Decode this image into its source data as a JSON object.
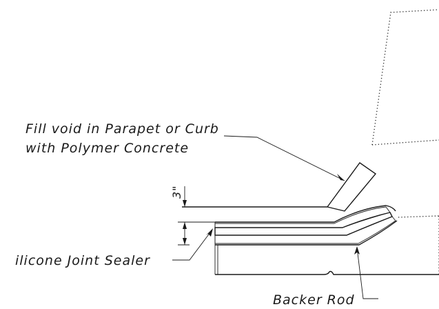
{
  "labels": {
    "fill_void_line1": "Fill void in Parapet or Curb",
    "fill_void_line2": "with Polymer Concrete",
    "dimension_3in": "3\"",
    "silicone_sealer": "ilicone Joint Sealer",
    "backer_rod": "Backer Rod"
  }
}
